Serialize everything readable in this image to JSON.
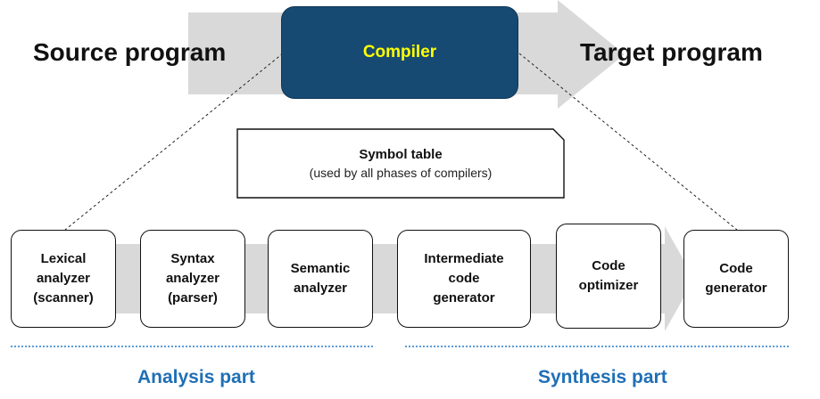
{
  "header": {
    "source_label": "Source program",
    "compiler_label": "Compiler",
    "target_label": "Target program"
  },
  "symbol_table": {
    "title": "Symbol table",
    "subtitle": "(used by all phases of compilers)"
  },
  "phases": [
    {
      "label": "Lexical\nanalyzer\n(scanner)"
    },
    {
      "label": "Syntax\nanalyzer\n(parser)"
    },
    {
      "label": "Semantic\nanalyzer"
    },
    {
      "label": "Intermediate\ncode\ngenerator"
    },
    {
      "label": "Code\noptimizer"
    },
    {
      "label": "Code\ngenerator"
    }
  ],
  "parts": {
    "analysis_label": "Analysis part",
    "synthesis_label": "Synthesis part"
  },
  "colors": {
    "compiler_fill": "#174a72",
    "compiler_text": "#ffff00",
    "arrow_gray": "#d9d9d9",
    "part_label_blue": "#1f6fb5",
    "dotted_line_blue": "#5b9bd5"
  }
}
